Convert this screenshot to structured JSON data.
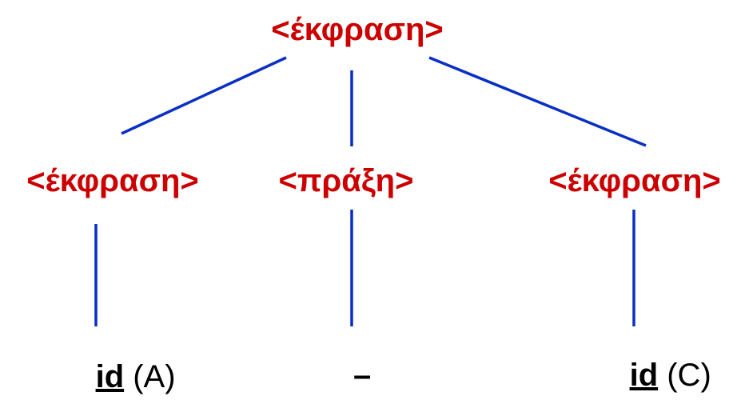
{
  "colors": {
    "nonterminal": "#cc0000",
    "terminal": "#000000",
    "edge": "#0a2fc4"
  },
  "root": {
    "label": "<έκφραση>"
  },
  "children": [
    {
      "label": "<έκφραση>",
      "leaf": {
        "token": "id",
        "suffix": " (A)"
      }
    },
    {
      "label": "<πράξη>",
      "leaf": {
        "token": "–",
        "suffix": ""
      }
    },
    {
      "label": "<έκφραση>",
      "leaf": {
        "token": "id",
        "suffix": " (C)"
      }
    }
  ]
}
